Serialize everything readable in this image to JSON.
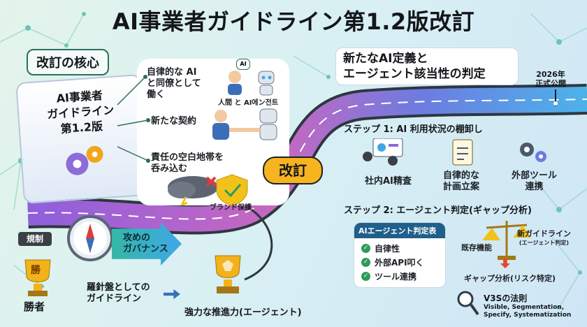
{
  "title": "AI事業者ガイドライン第1.2版改訂",
  "core_heading": "改訂の核心",
  "scroll_text": "AI事業者\nガイドライン\n第1.2版",
  "points": [
    {
      "text": "自律的な AI\nと同僚として\n働く",
      "caption": "人間 と AI에ン전트",
      "badge": "AI"
    },
    {
      "text": "新たな契約"
    },
    {
      "text": "責任の空白地帯を\n呑み込む",
      "caption": "ブランド保護"
    }
  ],
  "revision_label": "改訂",
  "right_heading": "新たなAI定義と\nエージェント該当性の判定",
  "official": {
    "year": "2026年",
    "label": "正式公開"
  },
  "step1": {
    "title": "ステップ 1: AI 利用状況の棚卸し",
    "items": [
      "社内AI精査",
      "自律的な\n計画立案",
      "外部ツール\n連携"
    ]
  },
  "step2": {
    "title": "ステップ 2: エージェント判定(ギャップ分析)",
    "table_title": "AIエージェント判定表",
    "checks": [
      "自律性",
      "外部API叩く",
      "ツール連携"
    ],
    "existing": "既存機能",
    "new_guideline": "新ガイドライン",
    "new_sub": "(エージェント判定)",
    "gap": "ギャップ分析(リスク特定)"
  },
  "bottom": {
    "regulation": "規制",
    "governance": "攻めの\nガバナンス",
    "win_badge": "勝",
    "winner": "勝者",
    "compass": "羅針盤としての\nガイドライン",
    "propulsion": "強力な推進力(エージェント)"
  },
  "v3s": {
    "title": "V3Sの法則",
    "sub": "Visible, Segmentation,\nSpecify, Systematization"
  },
  "colors": {
    "accent_orange": "#f2a51a",
    "check_green": "#2e9b57",
    "road_start": "#7a4fd0",
    "road_end": "#3fa7e8"
  }
}
